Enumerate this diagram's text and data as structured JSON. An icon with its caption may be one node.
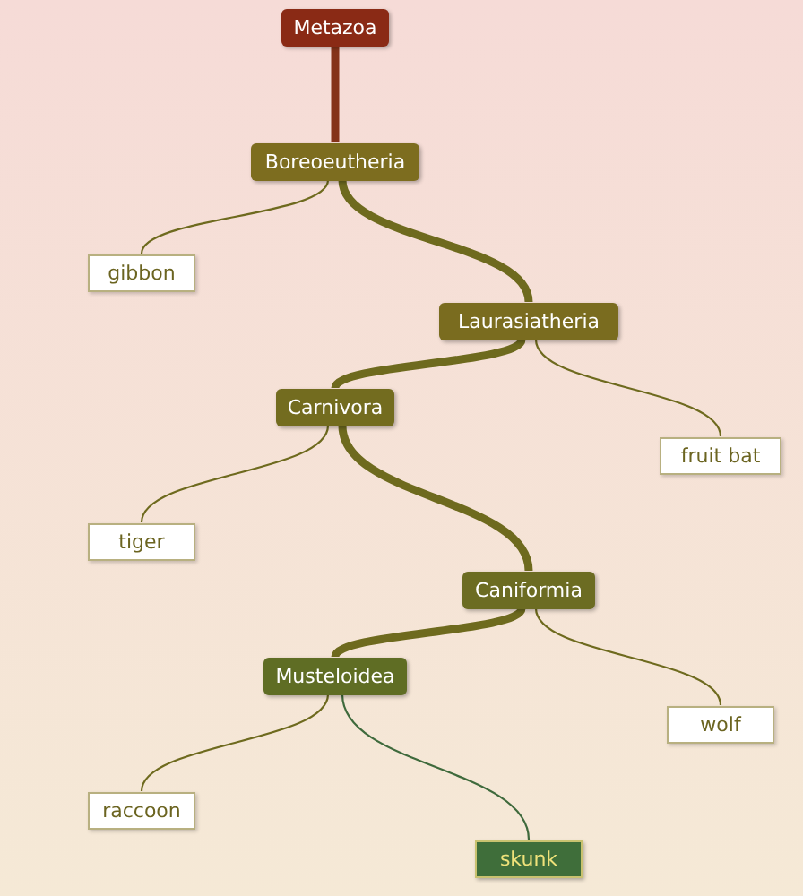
{
  "diagram": {
    "nodes": [
      {
        "text": [
          "Metazoa"
        ]
      },
      {
        "text": [
          "Boreoeutheria"
        ]
      },
      {
        "text": [
          "gibbon"
        ]
      },
      {
        "text": [
          "Laurasiatheria"
        ]
      },
      {
        "text": [
          "Carnivora"
        ]
      },
      {
        "text": [
          "fruit bat"
        ]
      },
      {
        "text": [
          "tiger"
        ]
      },
      {
        "text": [
          "Caniformia"
        ]
      },
      {
        "text": [
          "Musteloidea"
        ]
      },
      {
        "text": [
          "wolf"
        ]
      },
      {
        "text": [
          "raccoon"
        ]
      },
      {
        "text": [
          "skunk"
        ]
      }
    ],
    "edges": [
      {
        "from": 0,
        "to": 1,
        "arrow": "none",
        "style": "thick",
        "color": "#85331a"
      },
      {
        "from": 1,
        "to": 2,
        "arrow": "none"
      },
      {
        "from": 1,
        "to": 3,
        "arrow": "none",
        "style": "thick"
      },
      {
        "from": 3,
        "to": 4,
        "arrow": "none",
        "style": "thick"
      },
      {
        "from": 3,
        "to": 5,
        "arrow": "none"
      },
      {
        "from": 4,
        "to": 6,
        "arrow": "none"
      },
      {
        "from": 4,
        "to": 7,
        "arrow": "none",
        "style": "thick"
      },
      {
        "from": 7,
        "to": 8,
        "arrow": "none",
        "style": "thick"
      },
      {
        "from": 7,
        "to": 9,
        "arrow": "none"
      },
      {
        "from": 8,
        "to": 10,
        "arrow": "none"
      },
      {
        "from": 8,
        "to": 11,
        "arrow": "none",
        "color": "#3f6a3c"
      }
    ]
  }
}
